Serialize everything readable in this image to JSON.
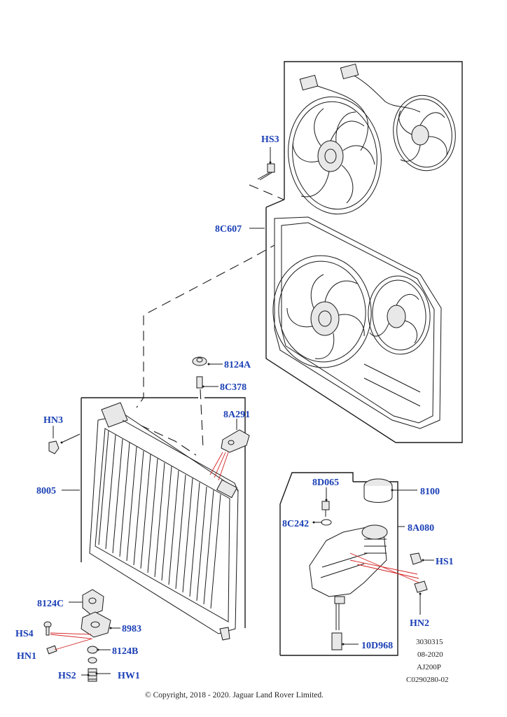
{
  "callouts": {
    "hs3": "HS3",
    "c8c607": "8C607",
    "c8124a": "8124A",
    "c8c378": "8C378",
    "c8a291": "8A291",
    "hn3": "HN3",
    "c8005": "8005",
    "c8d065": "8D065",
    "c8100": "8100",
    "c8c242": "8C242",
    "c8a080": "8A080",
    "hs1": "HS1",
    "hn2": "HN2",
    "c8124c": "8124C",
    "c8983": "8983",
    "hs4": "HS4",
    "hn1": "HN1",
    "c8124b": "8124B",
    "hs2": "HS2",
    "hw1": "HW1",
    "c10d968": "10D968"
  },
  "meta": {
    "line1": "3030315",
    "line2": "08-2020",
    "line3": "AJ200P",
    "line4": "C0290280-02"
  },
  "copyright": "© Copyright, 2018 - 2020. Jaguar Land Rover Limited."
}
